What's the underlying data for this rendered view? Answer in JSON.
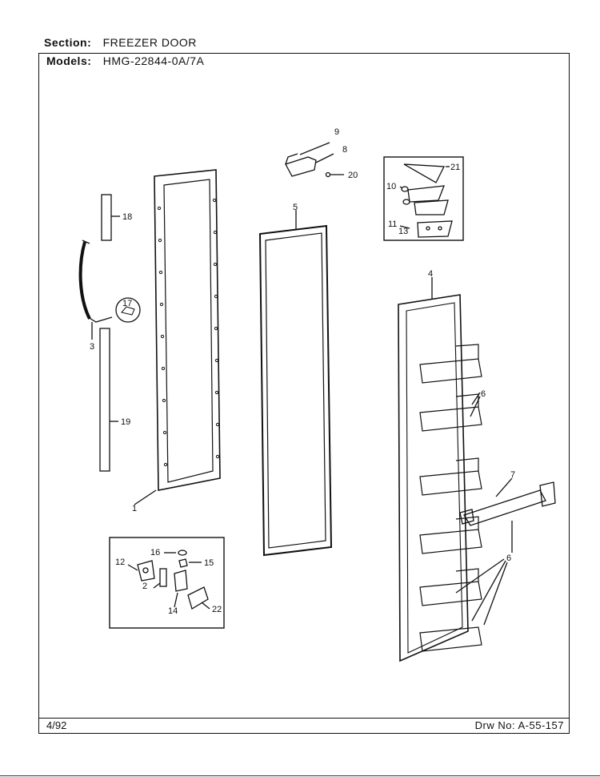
{
  "header": {
    "section_label": "Section:",
    "section_value": "FREEZER DOOR",
    "models_label": "Models:",
    "models_value": "HMG-22844-0A/7A"
  },
  "footer": {
    "date": "4/92",
    "drawing_label": "Drw No:",
    "drawing_number": "A-55-157"
  },
  "callouts": {
    "c1": "1",
    "c2": "2",
    "c3": "3",
    "c4": "4",
    "c5": "5",
    "c6a": "6",
    "c6b": "6",
    "c7": "7",
    "c8": "8",
    "c9": "9",
    "c10": "10",
    "c11": "11",
    "c12": "12",
    "c13": "13",
    "c14": "14",
    "c15": "15",
    "c16": "16",
    "c17": "17",
    "c18": "18",
    "c19": "19",
    "c20": "20",
    "c21": "21",
    "c22": "22"
  }
}
